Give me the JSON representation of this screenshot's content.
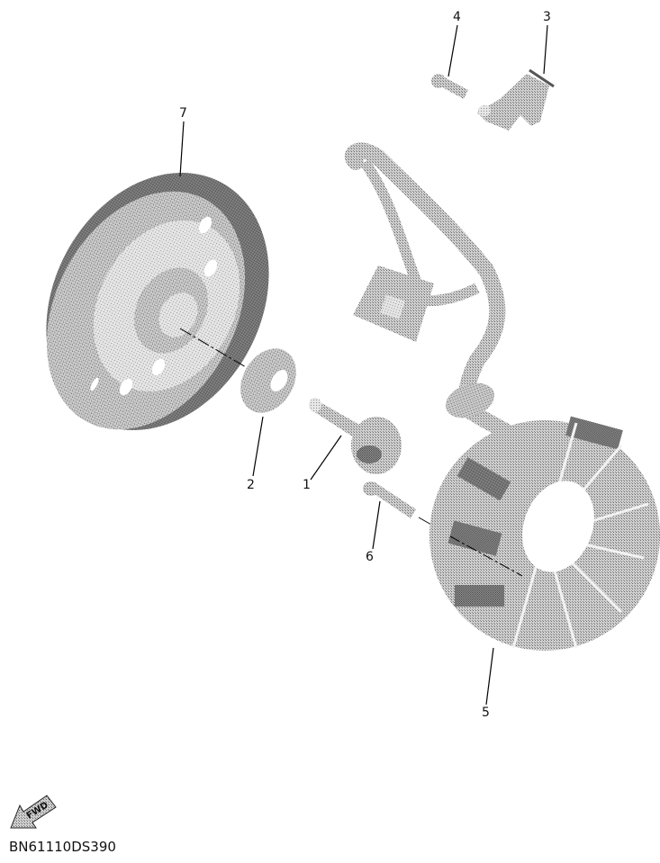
{
  "diagram": {
    "type": "exploded parts diagram",
    "subject": "generator / flywheel rotor and stator assembly",
    "drawing_code": "BN61110DS390",
    "direction_badge": "FWD",
    "callouts": [
      {
        "number": "1",
        "part": "bolt (flange)"
      },
      {
        "number": "2",
        "part": "washer"
      },
      {
        "number": "3",
        "part": "clamp / holder"
      },
      {
        "number": "4",
        "part": "bolt"
      },
      {
        "number": "5",
        "part": "stator assembly with lead wire and coupler"
      },
      {
        "number": "6",
        "part": "bolt"
      },
      {
        "number": "7",
        "part": "rotor / flywheel"
      }
    ]
  }
}
